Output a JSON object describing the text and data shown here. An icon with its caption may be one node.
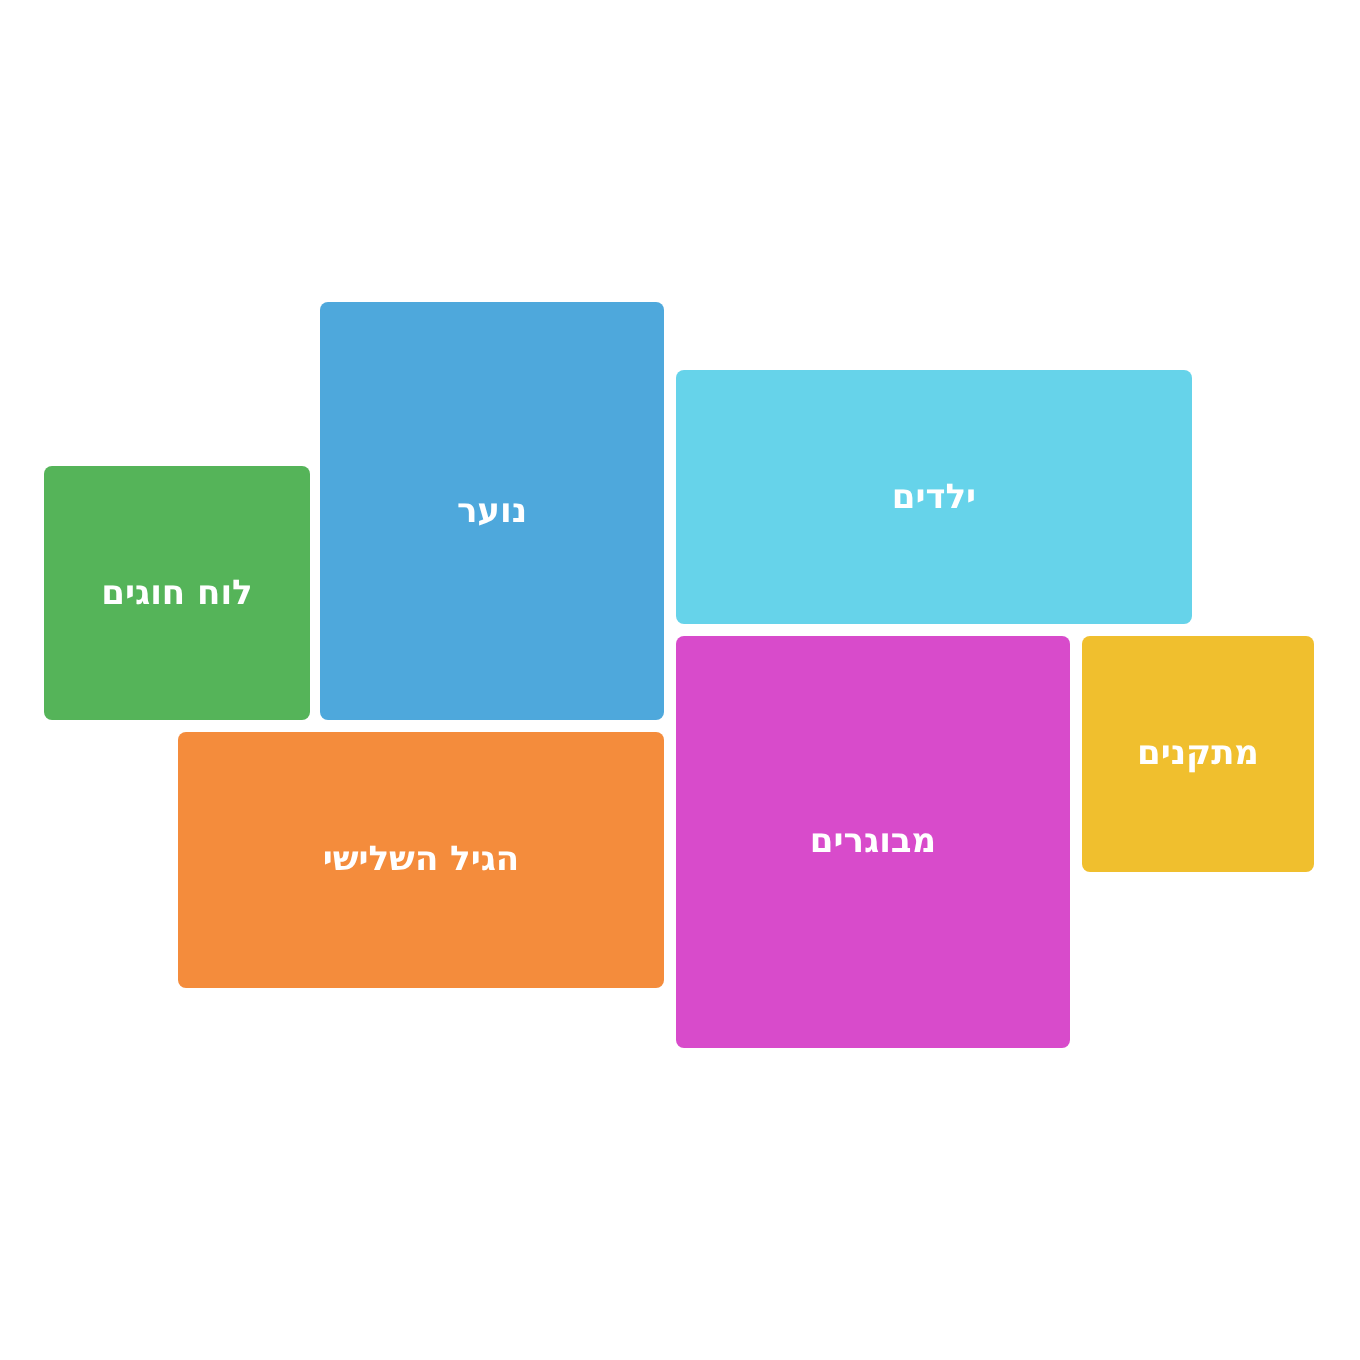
{
  "diagram": {
    "nodes": [
      {
        "text": [
          "נוער"
        ]
      },
      {
        "text": [
          "ילדים"
        ]
      },
      {
        "text": [
          "לוח חוגים"
        ]
      },
      {
        "text": [
          "מבוגרים"
        ]
      },
      {
        "text": [
          "מתקנים"
        ]
      },
      {
        "text": [
          "הגיל השלישי"
        ]
      }
    ]
  }
}
